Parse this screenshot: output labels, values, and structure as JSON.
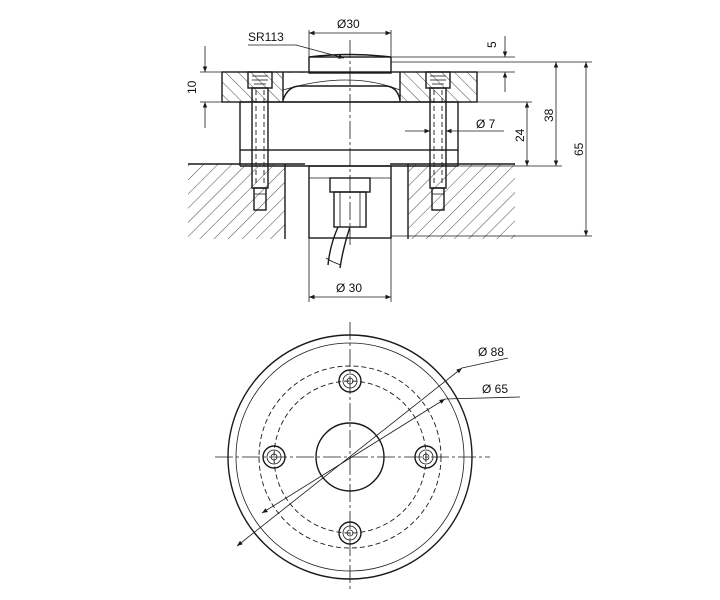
{
  "dimensions": {
    "sr": "SR113",
    "top_dia": "Ø30",
    "d5": "5",
    "d10": "10",
    "d38": "38",
    "d65": "65",
    "d24": "24",
    "hole_dia": "Ø 7",
    "bottom_dia": "Ø 30",
    "outer_dia": "Ø 88",
    "pcd_dia": "Ø 65"
  }
}
